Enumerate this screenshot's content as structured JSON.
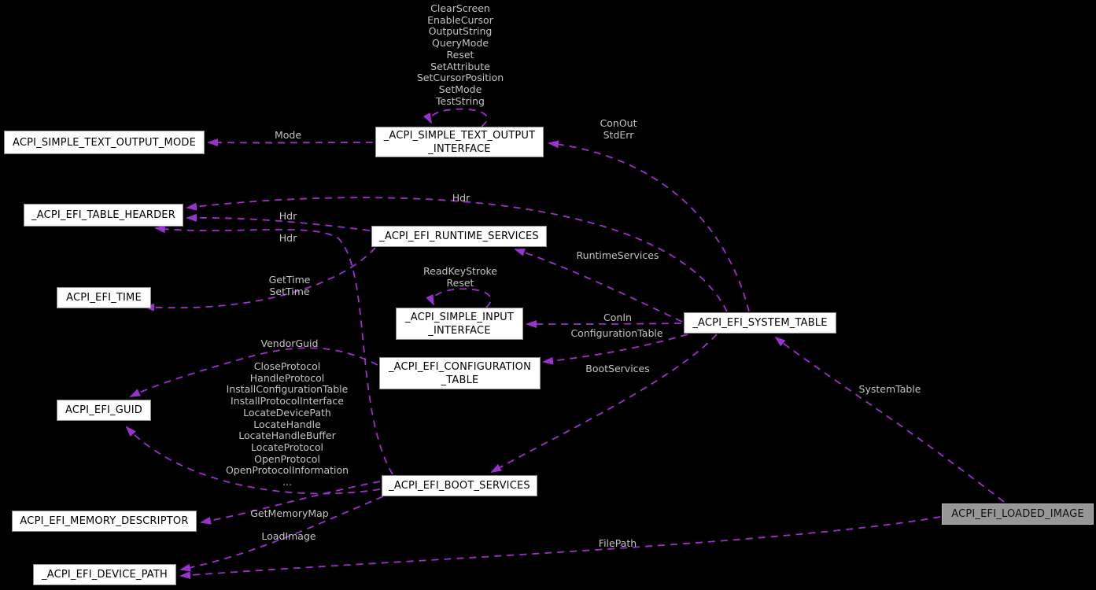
{
  "diagram_type": "doxygen-collaboration-graph",
  "colors": {
    "background": "#000000",
    "edge": "#9a32cd",
    "edge_label": "#c3c3c3",
    "node_fill": "#ffffff",
    "node_border": "#8c8c8c",
    "highlight_node_fill": "#979797",
    "node_text": "#000000"
  },
  "nodes": {
    "output_mode": {
      "label": "ACPI_SIMPLE_TEXT_OUTPUT_MODE"
    },
    "text_output_interface": {
      "label": "_ACPI_SIMPLE_TEXT_OUTPUT\n_INTERFACE"
    },
    "table_header": {
      "label": "_ACPI_EFI_TABLE_HEARDER"
    },
    "runtime_services": {
      "label": "_ACPI_EFI_RUNTIME_SERVICES"
    },
    "efi_time": {
      "label": "ACPI_EFI_TIME"
    },
    "input_interface": {
      "label": "_ACPI_SIMPLE_INPUT\n_INTERFACE"
    },
    "system_table": {
      "label": "_ACPI_EFI_SYSTEM_TABLE"
    },
    "configuration_table": {
      "label": "_ACPI_EFI_CONFIGURATION\n_TABLE"
    },
    "efi_guid": {
      "label": "ACPI_EFI_GUID"
    },
    "boot_services": {
      "label": "_ACPI_EFI_BOOT_SERVICES"
    },
    "memory_descriptor": {
      "label": "ACPI_EFI_MEMORY_DESCRIPTOR"
    },
    "device_path": {
      "label": "_ACPI_EFI_DEVICE_PATH"
    },
    "loaded_image": {
      "label": "ACPI_EFI_LOADED_IMAGE"
    }
  },
  "edge_labels": {
    "output_methods": "ClearScreen\nEnableCursor\nOutputString\nQueryMode\nReset\nSetAttribute\nSetCursorPosition\nSetMode\nTestString",
    "conout_stderr": "ConOut\nStdErr",
    "mode": "Mode",
    "hdr_system": "Hdr",
    "hdr_runtime": "Hdr",
    "hdr_boot": "Hdr",
    "runtime_services": "RuntimeServices",
    "gettime_settime": "GetTime\nSetTime",
    "readkeystroke_reset": "ReadKeyStroke\nReset",
    "conin": "ConIn",
    "configuration_table": "ConfigurationTable",
    "boot_services": "BootServices",
    "vendor_guid": "VendorGuid",
    "boot_protocols": "CloseProtocol\nHandleProtocol\nInstallConfigurationTable\nInstallProtocolInterface\nLocateDevicePath\nLocateHandle\nLocateHandleBuffer\nLocateProtocol\nOpenProtocol\nOpenProtocolInformation\n...",
    "getmemorymap": "GetMemoryMap",
    "loadimage": "LoadImage",
    "filepath": "FilePath",
    "systemtable": "SystemTable"
  }
}
